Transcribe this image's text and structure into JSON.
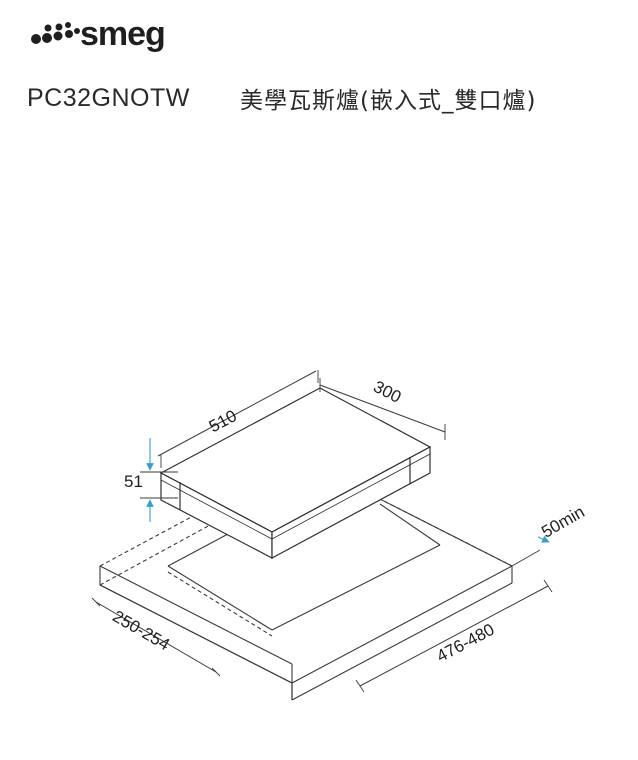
{
  "brand": {
    "name": "smeg"
  },
  "header": {
    "model": "PC32GNOTW",
    "product_name": "美學瓦斯爐(嵌入式_雙口爐)"
  },
  "dimensions": {
    "width_510": "510",
    "depth_300": "300",
    "height_51": "51",
    "clearance_50min": "50min",
    "cutout_depth": "476-480",
    "cutout_width": "250-254"
  },
  "colors": {
    "line": "#3a3a3a",
    "dimension": "#3a9ec9",
    "background": "#ffffff"
  }
}
